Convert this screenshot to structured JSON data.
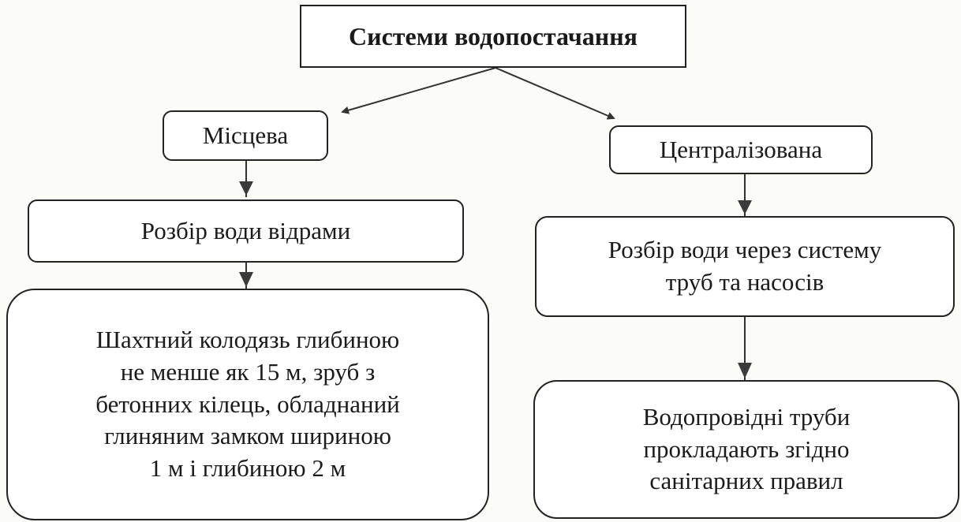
{
  "diagram": {
    "title": "Системи водопостачання",
    "local": {
      "label": "Місцева",
      "step1": "Розбір води відрами",
      "step2": "Шахтний колодязь глибиною\nне менше як 15 м, зруб з\nбетонних кілець, обладнаний\nглиняним замком шириною\n1 м і глибиною 2 м"
    },
    "central": {
      "label": "Централізована",
      "step1": "Розбір води через систему\nтруб та насосів",
      "step2": "Водопровідні труби\nпрокладають згідно\nсанітарних правил"
    }
  },
  "colors": {
    "border": "#222222",
    "arrow": "#333333",
    "background": "#fbfbf8"
  }
}
